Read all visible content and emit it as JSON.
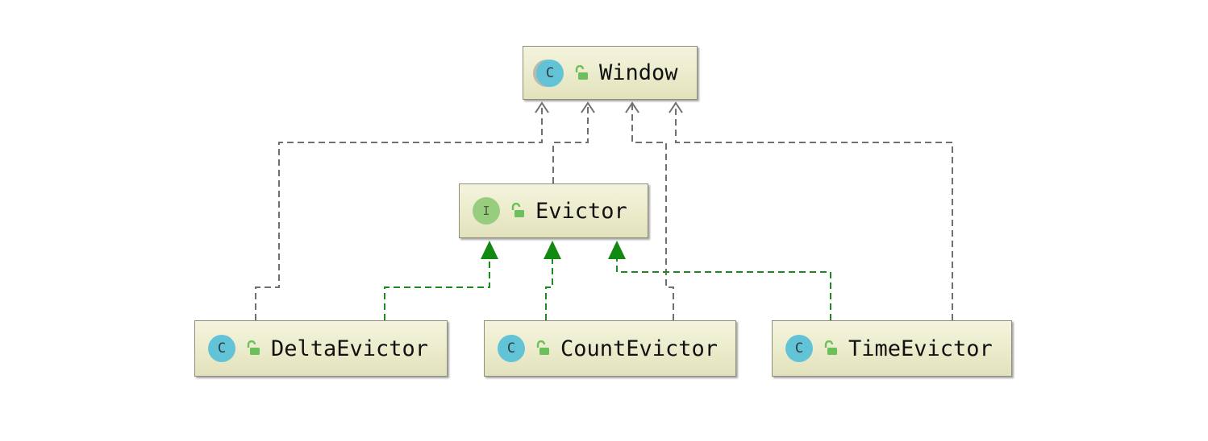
{
  "diagram": {
    "nodes": [
      {
        "id": "window",
        "kind_letter": "C",
        "kind": "abstract-class",
        "label": "Window"
      },
      {
        "id": "evictor",
        "kind_letter": "I",
        "kind": "interface",
        "label": "Evictor"
      },
      {
        "id": "delta",
        "kind_letter": "C",
        "kind": "class",
        "label": "DeltaEvictor"
      },
      {
        "id": "count",
        "kind_letter": "C",
        "kind": "class",
        "label": "CountEvictor"
      },
      {
        "id": "time",
        "kind_letter": "C",
        "kind": "class",
        "label": "TimeEvictor"
      }
    ],
    "edges": [
      {
        "from": "evictor",
        "to": "window",
        "relation": "dependency",
        "color": "#707070"
      },
      {
        "from": "delta",
        "to": "window",
        "relation": "dependency",
        "color": "#707070"
      },
      {
        "from": "count",
        "to": "window",
        "relation": "dependency",
        "color": "#707070"
      },
      {
        "from": "time",
        "to": "window",
        "relation": "dependency",
        "color": "#707070"
      },
      {
        "from": "delta",
        "to": "evictor",
        "relation": "implements",
        "color": "#1c8a1c"
      },
      {
        "from": "count",
        "to": "evictor",
        "relation": "implements",
        "color": "#1c8a1c"
      },
      {
        "from": "time",
        "to": "evictor",
        "relation": "implements",
        "color": "#1c8a1c"
      }
    ],
    "icons": {
      "visibility": "unlocked-padlock-icon",
      "visibility_color": "#6cbf5a"
    }
  }
}
